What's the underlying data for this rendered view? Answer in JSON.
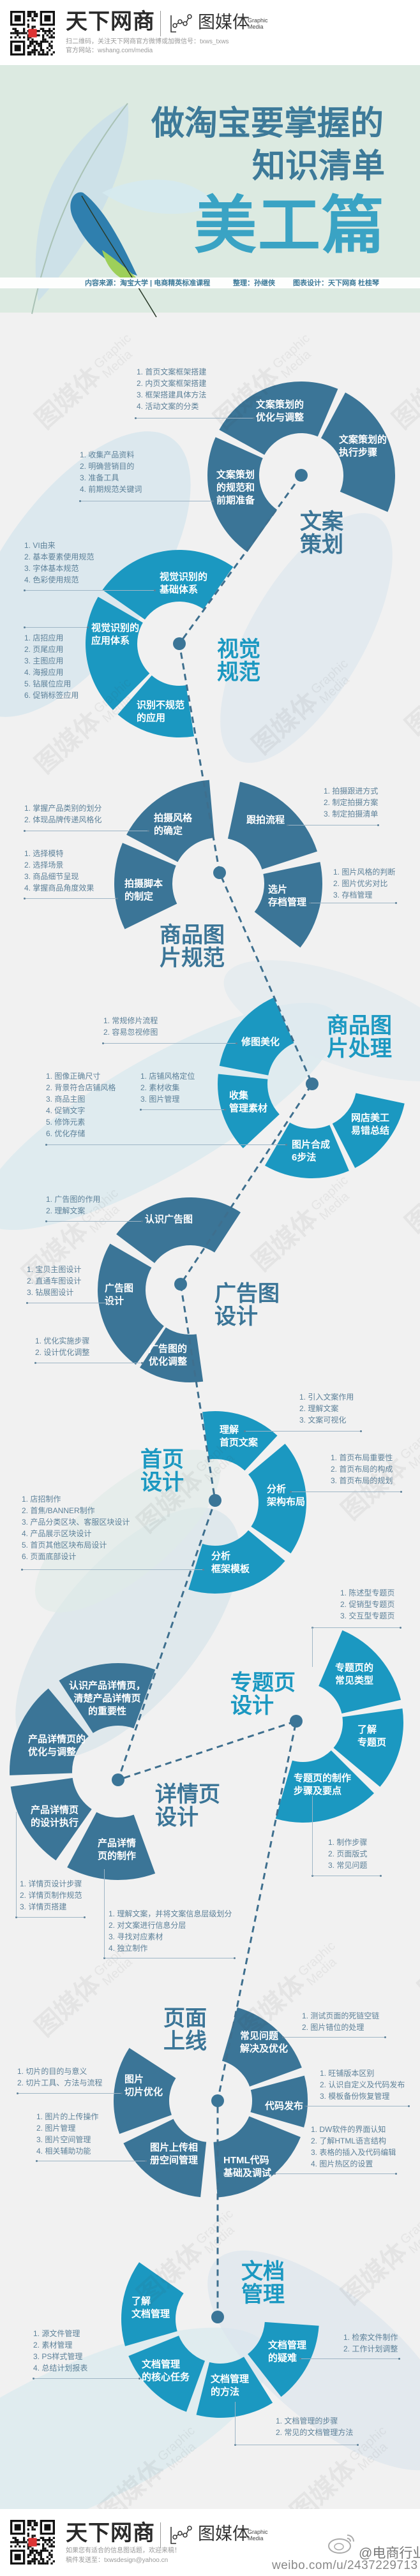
{
  "header": {
    "brand": "天下网商",
    "logo_cn": "图媒体",
    "logo_en_1": "Graphic",
    "logo_en_2": "Media",
    "line1": "扫二维码，关注天下网商官方微博或加微信号：txws_txws",
    "line2": "官方网站：wshang.com/media"
  },
  "title": {
    "line1": "做淘宝要掌握的",
    "line2": "知识清单",
    "line3": "美工篇"
  },
  "credits": {
    "source": "内容来源：淘宝大学 | 电商精英标准课程",
    "editor": "整理：孙继侠",
    "designer": "图表设计：天下网商  杜桂琴"
  },
  "colors": {
    "dark": "#3b7597",
    "bright": "#1b98c1",
    "background": "#f1f1f1",
    "title_band": "#dceae1"
  },
  "watermark": {
    "cn": "图媒体",
    "en_1": "Graphic",
    "en_2": "Media"
  },
  "sections": [
    {
      "title": "文案\n策划",
      "segments": [
        "文案策划的\n优化与调整",
        "文案策划的\n执行步骤",
        "文案策划\n的规范和\n前期准备"
      ],
      "lists": [
        [
          "1. 首页文案框架搭建",
          "2. 内页文案框架搭建",
          "3. 框架搭建具体方法",
          "4. 活动文案的分类"
        ],
        [
          "1. 收集产品资料",
          "2. 明确营销目的",
          "3. 准备工具",
          "4. 前期规范关键词"
        ]
      ]
    },
    {
      "title": "视觉\n规范",
      "segments": [
        "视觉识别的\n基础体系",
        "视觉识别的\n应用体系",
        "识别不规范\n的应用"
      ],
      "lists": [
        [
          "1. VI由来",
          "2. 基本要素使用规范",
          "3. 字体基本规范",
          "4. 色彩使用规范"
        ],
        [
          "1. 店招应用",
          "2. 页尾应用",
          "3. 主图应用",
          "4. 海报应用",
          "5. 钻展位应用",
          "6. 促销标签应用"
        ]
      ]
    },
    {
      "title": "商品图\n片规范",
      "segments": [
        "拍摄风格\n的确定",
        "跟拍流程",
        "选片\n存档管理",
        "拍摄脚本\n的制定"
      ],
      "lists": [
        [
          "1. 掌握产品类别的划分",
          "2. 体现品牌传递风格化"
        ],
        [
          "1. 选择模特",
          "2. 选择场景",
          "3. 商品细节呈现",
          "4. 掌握商品角度效果"
        ],
        [
          "1. 拍摄跟进方式",
          "2. 制定拍摄方案",
          "3. 制定拍摄清单"
        ],
        [
          "1. 图片风格的判断",
          "2. 图片优劣对比",
          "3. 存档管理"
        ]
      ]
    },
    {
      "title": "商品图\n片处理",
      "segments": [
        "修图美化",
        "收集\n管理素材",
        "图片合成\n6步法",
        "网店美工\n易错总结"
      ],
      "lists": [
        [
          "1. 常规修片流程",
          "2. 容易忽视修图"
        ],
        [
          "1. 图像正确尺寸",
          "2. 背景符合店铺风格",
          "3. 商品主图",
          "4. 促销文字",
          "5. 修饰元素",
          "6. 优化存储"
        ],
        [
          "1. 店铺风格定位",
          "2. 素材收集",
          "3. 图片管理"
        ]
      ]
    },
    {
      "title": "广告图\n设计",
      "segments": [
        "认识广告图",
        "广告图\n设计",
        "广告图的\n优化调整"
      ],
      "lists": [
        [
          "1. 广告图的作用",
          "2. 理解文案"
        ],
        [
          "1. 宝贝主图设计",
          "2. 直通车图设计",
          "3. 钻展图设计"
        ],
        [
          "1. 优化实施步骤",
          "2. 设计优化调整"
        ]
      ]
    },
    {
      "title": "首页\n设计",
      "segments": [
        "理解\n首页文案",
        "分析\n架构布局",
        "分析\n框架模板"
      ],
      "lists": [
        [
          "1. 引入文案作用",
          "2. 理解文案",
          "3. 文案可视化"
        ],
        [
          "1. 首页布局重要性",
          "2. 首页布局的构成",
          "3. 首页布局的规划"
        ],
        [
          "1. 店招制作",
          "2. 首焦/BANNER制作",
          "3. 产品分类区块、客服区块设计",
          "4. 产品展示区块设计",
          "5. 首页其他区块布局设计",
          "6. 页面底部设计"
        ]
      ]
    },
    {
      "title": "详情页\n设计",
      "segments": [
        "认识产品详情页，\n清楚产品详情页\n的重要性",
        "产品详情页的\n优化与调整",
        "产品详情页\n的设计执行",
        "产品详情\n页的制作"
      ],
      "lists": [
        [
          "1. 详情页设计步骤",
          "2. 详情页制作规范",
          "3. 详情页搭建"
        ],
        [
          "1. 理解文案，并将文案信息层级划分",
          "2. 对文案进行信息分层",
          "3. 寻找对应素材",
          "4. 独立制作"
        ]
      ]
    },
    {
      "title": "专题页\n设计",
      "segments": [
        "专题页的\n常见类型",
        "了解\n专题页",
        "专题页的制作\n步骤及要点"
      ],
      "lists": [
        [
          "1. 陈述型专题页",
          "2. 促销型专题页",
          "3. 交互型专题页"
        ],
        [
          "1. 制作步骤",
          "2. 页面版式",
          "3. 常见问题"
        ]
      ]
    },
    {
      "title": "页面\n上线",
      "segments": [
        "常见问题\n解决及优化",
        "代码发布",
        "HTML代码\n基础及调试",
        "图片上传相\n册空间管理",
        "图片\n切片优化"
      ],
      "lists": [
        [
          "1. 测试页面的死链空链",
          "2. 图片错位的处理"
        ],
        [
          "1. 旺铺版本区别",
          "2. 认识自定义及代码发布",
          "3. 模板备份恢复管理"
        ],
        [
          "1. DW软件的界面认知",
          "2. 了解HTML语言结构",
          "3. 表格的插入及代码编辑",
          "4. 图片热区的设置"
        ],
        [
          "1. 图片的上传操作",
          "2. 图片管理",
          "3. 图片空间管理",
          "4. 相关辅助功能"
        ],
        [
          "1. 切片的目的与意义",
          "2. 切片工具、方法与流程"
        ]
      ]
    },
    {
      "title": "文档\n管理",
      "segments": [
        "了解\n文档管理",
        "文档管理\n的核心任务",
        "文档管理\n的方法",
        "文档管理\n的疑难"
      ],
      "lists": [
        [
          "1. 源文件管理",
          "2. 素材管理",
          "3. PS样式管理",
          "4. 总结计划报表"
        ],
        [
          "1. 检索文件制作",
          "2. 工作计划调整"
        ],
        [
          "1. 文档管理的步骤",
          "2. 常见的文档管理方法"
        ]
      ]
    }
  ],
  "footer": {
    "brand": "天下网商",
    "logo_cn": "图媒体",
    "logo_en_1": "Graphic",
    "logo_en_2": "Media",
    "line1": "如果您有适合的信息图话题，欢迎来稿！",
    "line2": "稿件发送至：txwsdesign@yahoo.cn",
    "weibo_handle": "@电商行业",
    "weibo_url": "weibo.com/u/2437229713"
  }
}
